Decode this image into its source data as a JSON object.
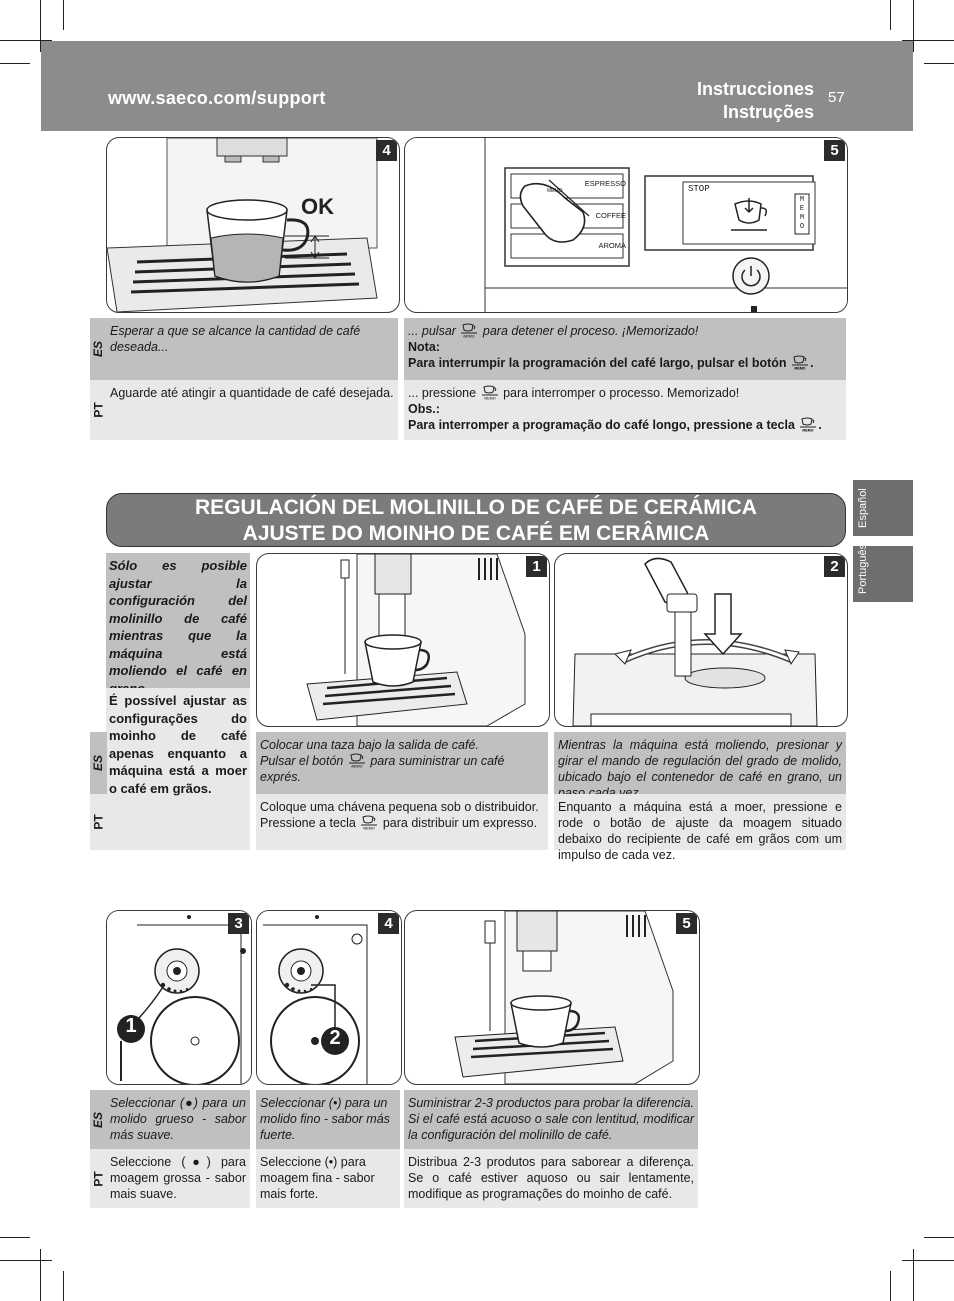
{
  "header": {
    "url": "www.saeco.com/support",
    "title_es": "Instrucciones",
    "title_pt": "Instruções",
    "page_number": "57"
  },
  "side_tabs": {
    "es": "Español",
    "pt": "Português"
  },
  "lang_codes": {
    "es": "ES",
    "pt": "PT"
  },
  "top_section": {
    "panel4": {
      "badge": "4",
      "ok_label": "OK"
    },
    "panel5": {
      "badge": "5",
      "buttons": [
        "ESPRESSO",
        "COFFEE",
        "AROMA"
      ],
      "memo_label": "MEMO",
      "display_stop": "STOP",
      "display_memo": [
        "M",
        "E",
        "M",
        "O"
      ]
    },
    "es_left": "Esperar a que se alcance la cantidad de café deseada...",
    "es_right_1": "... pulsar",
    "es_right_2": "para detener el proceso. ¡Memorizado!",
    "es_note_label": "Nota:",
    "es_note": "Para interrumpir la programación del café largo, pulsar el botón",
    "pt_left": "Aguarde até atingir a quantidade de café desejada.",
    "pt_right_1": "... pressione",
    "pt_right_2": "para interromper o processo. Memorizado!",
    "pt_note_label": "Obs.:",
    "pt_note": "Para interromper a programação do café longo, pressione a tecla"
  },
  "banner": {
    "line1": "REGULACIÓN DEL MOLINILLO DE CAFÉ DE CERÁMICA",
    "line2": "AJUSTE DO MOINHO DE CAFÉ EM CERÂMICA"
  },
  "mid_section": {
    "note_es": "Sólo es posible ajustar la configuración del molinillo de café mientras que la máquina está moliendo el café en grano.",
    "note_pt": "É possível ajustar as configurações do moinho de café apenas enquanto a máquina está a moer o café em grãos.",
    "panel1": {
      "badge": "1"
    },
    "panel2": {
      "badge": "2"
    },
    "es_1a": "Colocar una taza bajo la salida de café.",
    "es_1b": "Pulsar el botón",
    "es_1c": "para suministrar un café exprés.",
    "es_2": "Mientras la máquina está moliendo, presionar y girar el mando de regulación del grado de molido, ubicado bajo el contenedor de café en grano, un paso cada vez.",
    "pt_1a": "Coloque uma chávena pequena sob o distribuidor.",
    "pt_1b": "Pressione a tecla",
    "pt_1c": "para distribuir um expresso.",
    "pt_2": "Enquanto a máquina está a moer, pressione e rode o botão de ajuste da moagem situado debaixo do recipiente de café em grãos com um impulso de cada vez."
  },
  "bottom_section": {
    "panel3": {
      "badge": "3",
      "marker": "1"
    },
    "panel4": {
      "badge": "4",
      "marker": "2"
    },
    "panel5": {
      "badge": "5"
    },
    "es_3": "Seleccionar (●) para un molido grueso - sabor más suave.",
    "es_4": "Seleccionar (•) para un molido fino - sabor más fuerte.",
    "es_5": "Suministrar 2-3 productos para probar la diferencia. Si el café está acuoso o sale con lentitud, modificar la configuración del molinillo de café.",
    "pt_3": "Seleccione (●) para moagem grossa - sabor mais suave.",
    "pt_4": "Seleccione (•) para moagem fina - sabor mais forte.",
    "pt_5": "Distribua 2-3 produtos para saborear a diferença. Se o café estiver aquoso ou sair lentamente, modifique as programações do moinho de café."
  }
}
